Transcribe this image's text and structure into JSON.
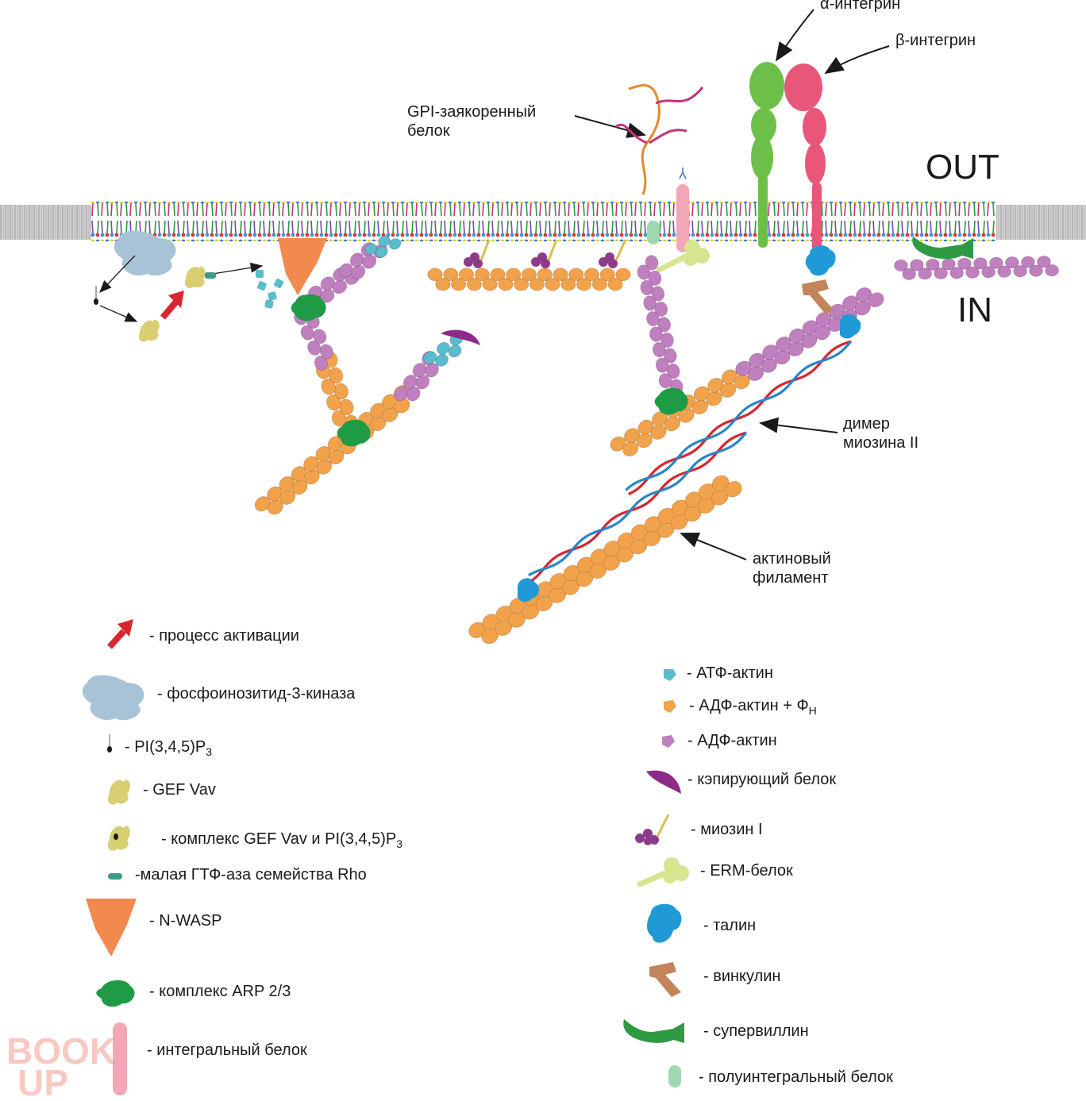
{
  "labels": {
    "alpha_integrin": "α-интегрин",
    "beta_integrin": "β-интегрин",
    "gpi_line1": "GPI-заякоренный",
    "gpi_line2": "белок",
    "out": "OUT",
    "in": "IN",
    "myosin_dimer_line1": "димер",
    "myosin_dimer_line2": "миозина II",
    "actin_filament_line1": "актиновый",
    "actin_filament_line2": "филамент"
  },
  "legend_left": [
    {
      "icon": "red-arrow-icon",
      "text": "- процесс активации"
    },
    {
      "icon": "pi3-kinase-icon",
      "text": "- фосфоинозитид-3-киназа"
    },
    {
      "icon": "pip3-icon",
      "text": "- PI(3,4,5)P",
      "sub": "3"
    },
    {
      "icon": "gef-vav-icon",
      "text": "- GEF Vav"
    },
    {
      "icon": "gef-vav-pip3-complex-icon",
      "text": "- комплекс GEF Vav и PI(3,4,5)P",
      "sub": "3"
    },
    {
      "icon": "rho-gtpase-icon",
      "text": "-малая ГТФ-аза семейства Rho"
    },
    {
      "icon": "n-wasp-icon",
      "text": "- N-WASP"
    },
    {
      "icon": "arp23-icon",
      "text": "- комплекс ARP 2/3"
    },
    {
      "icon": "integral-protein-icon",
      "text": "- интегральный белок"
    }
  ],
  "legend_right": [
    {
      "icon": "atp-actin-icon",
      "text": "- АТФ-актин"
    },
    {
      "icon": "adp-pi-actin-icon",
      "text": "- АДФ-актин + Ф",
      "sub": "Н"
    },
    {
      "icon": "adp-actin-icon",
      "text": "- АДФ-актин"
    },
    {
      "icon": "capping-protein-icon",
      "text": "- кэпирующий белок"
    },
    {
      "icon": "myosin-i-icon",
      "text": "- миозин I"
    },
    {
      "icon": "erm-protein-icon",
      "text": "- ERM-белок"
    },
    {
      "icon": "talin-icon",
      "text": "- талин"
    },
    {
      "icon": "vinculin-icon",
      "text": "- винкулин"
    },
    {
      "icon": "supervillin-icon",
      "text": "- супервиллин"
    },
    {
      "icon": "semi-integral-protein-icon",
      "text": "- полуинтегральный белок"
    }
  ],
  "watermark": "BOOK UP",
  "colors": {
    "atp_actin": "#5bbccc",
    "adp_pi_actin": "#f2a24a",
    "adp_actin": "#c07fbf",
    "n_wasp": "#f28a4e",
    "arp23": "#1f9a45",
    "alpha_integrin": "#6cc04a",
    "beta_integrin": "#e8567a",
    "talin": "#1f9ad6",
    "vinculin": "#c2845a",
    "capping": "#8e2a8a",
    "gef_vav": "#d8cf73",
    "pi3k": "#a9c3d6",
    "supervillin": "#2f9a44",
    "erm": "#d6e58f",
    "myosin_red": "#d9262e",
    "myosin_blue": "#2a86c9"
  }
}
